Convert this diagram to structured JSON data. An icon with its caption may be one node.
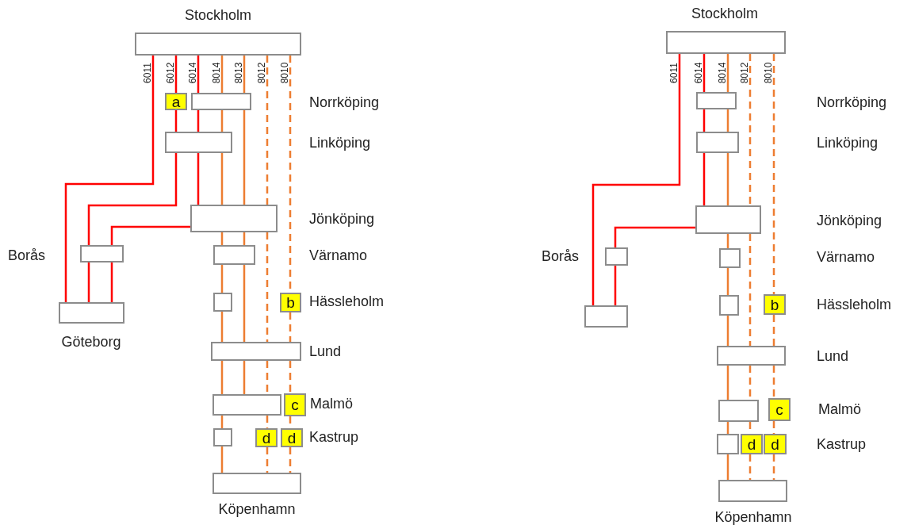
{
  "diagram": {
    "nodes": [
      {
        "text": [],
        "shape": "box",
        "beside": [
          "Stockholm"
        ]
      },
      {
        "text": [
          "a"
        ]
      },
      {
        "text": [],
        "shape": "box"
      },
      {
        "text": [],
        "shape": "box"
      },
      {
        "text": [],
        "shape": "box"
      },
      {
        "text": [],
        "shape": "box"
      },
      {
        "text": [],
        "shape": "box"
      },
      {
        "text": [],
        "shape": "box",
        "beside": [
          "Göteborg"
        ]
      },
      {
        "text": [],
        "shape": "box"
      },
      {
        "text": [
          "b"
        ]
      },
      {
        "text": [],
        "shape": "box"
      },
      {
        "text": [],
        "shape": "box"
      },
      {
        "text": [
          "c"
        ]
      },
      {
        "text": [],
        "shape": "box"
      },
      {
        "text": [
          "d"
        ]
      },
      {
        "text": [
          "d"
        ]
      },
      {
        "text": [],
        "shape": "box",
        "beside": [
          "Köpenhamn"
        ]
      },
      {
        "text": [],
        "shape": "box",
        "beside": [
          "Stockholm"
        ]
      },
      {
        "text": [],
        "shape": "box"
      },
      {
        "text": [],
        "shape": "box"
      },
      {
        "text": [],
        "shape": "box"
      },
      {
        "text": [],
        "shape": "box"
      },
      {
        "text": [],
        "shape": "box"
      },
      {
        "text": [],
        "shape": "box"
      },
      {
        "text": [],
        "shape": "box"
      },
      {
        "text": [
          "b"
        ]
      },
      {
        "text": [],
        "shape": "box"
      },
      {
        "text": [],
        "shape": "box"
      },
      {
        "text": [
          "c"
        ]
      },
      {
        "text": [],
        "shape": "box"
      },
      {
        "text": [
          "d"
        ]
      },
      {
        "text": [
          "d"
        ]
      },
      {
        "text": [],
        "shape": "box",
        "beside": [
          "Köpenhamn"
        ]
      }
    ],
    "edges": [
      {
        "from": 0,
        "to": 7,
        "arrow": "none",
        "color": "#ff0000"
      },
      {
        "from": 0,
        "to": 1,
        "arrow": "none",
        "color": "#ff0000"
      },
      {
        "from": 1,
        "to": 3,
        "arrow": "none",
        "color": "#ff0000"
      },
      {
        "from": 3,
        "to": 5,
        "arrow": "none",
        "color": "#ff0000"
      },
      {
        "from": 5,
        "to": 7,
        "arrow": "none",
        "color": "#ff0000"
      },
      {
        "from": 0,
        "to": 2,
        "arrow": "none",
        "color": "#ff0000"
      },
      {
        "from": 2,
        "to": 3,
        "arrow": "none",
        "color": "#ff0000"
      },
      {
        "from": 3,
        "to": 4,
        "arrow": "none",
        "color": "#ff0000"
      },
      {
        "from": 4,
        "to": 5,
        "arrow": "none",
        "color": "#ff0000"
      },
      {
        "from": 5,
        "to": 7,
        "arrow": "none",
        "color": "#ff0000"
      },
      {
        "from": 0,
        "to": 2,
        "arrow": "none"
      },
      {
        "from": 2,
        "to": 3,
        "arrow": "none"
      },
      {
        "from": 3,
        "to": 4,
        "arrow": "none"
      },
      {
        "from": 4,
        "to": 6,
        "arrow": "none"
      },
      {
        "from": 6,
        "to": 8,
        "arrow": "none"
      },
      {
        "from": 8,
        "to": 10,
        "arrow": "none"
      },
      {
        "from": 10,
        "to": 11,
        "arrow": "none"
      },
      {
        "from": 11,
        "to": 13,
        "arrow": "none"
      },
      {
        "from": 13,
        "to": 16,
        "arrow": "none"
      },
      {
        "from": 0,
        "to": 2,
        "arrow": "none"
      },
      {
        "from": 2,
        "to": 4,
        "arrow": "none"
      },
      {
        "from": 4,
        "to": 6,
        "arrow": "none"
      },
      {
        "from": 6,
        "to": 10,
        "arrow": "none"
      },
      {
        "from": 10,
        "to": 11,
        "arrow": "none"
      },
      {
        "from": 0,
        "to": 4,
        "arrow": "none",
        "style": "dashed"
      },
      {
        "from": 4,
        "to": 10,
        "arrow": "none",
        "style": "dashed"
      },
      {
        "from": 10,
        "to": 11,
        "arrow": "none",
        "style": "dashed"
      },
      {
        "from": 11,
        "to": 14,
        "arrow": "none",
        "style": "dashed"
      },
      {
        "from": 14,
        "to": 16,
        "arrow": "none",
        "style": "dashed"
      },
      {
        "from": 0,
        "to": 9,
        "arrow": "none",
        "style": "dashed"
      },
      {
        "from": 9,
        "to": 10,
        "arrow": "none",
        "style": "dashed"
      },
      {
        "from": 10,
        "to": 12,
        "arrow": "none",
        "style": "dashed"
      },
      {
        "from": 12,
        "to": 15,
        "arrow": "none",
        "style": "dashed"
      },
      {
        "from": 15,
        "to": 16,
        "arrow": "none",
        "style": "dashed"
      },
      {
        "from": 17,
        "to": 23,
        "arrow": "none",
        "color": "#ff0000"
      },
      {
        "from": 17,
        "to": 18,
        "arrow": "none",
        "color": "#ff0000"
      },
      {
        "from": 18,
        "to": 19,
        "arrow": "none",
        "color": "#ff0000"
      },
      {
        "from": 19,
        "to": 20,
        "arrow": "none",
        "color": "#ff0000"
      },
      {
        "from": 20,
        "to": 21,
        "arrow": "none",
        "color": "#ff0000"
      },
      {
        "from": 21,
        "to": 23,
        "arrow": "none",
        "color": "#ff0000"
      },
      {
        "from": 17,
        "to": 18,
        "arrow": "none"
      },
      {
        "from": 18,
        "to": 19,
        "arrow": "none"
      },
      {
        "from": 19,
        "to": 20,
        "arrow": "none"
      },
      {
        "from": 20,
        "to": 22,
        "arrow": "none"
      },
      {
        "from": 22,
        "to": 24,
        "arrow": "none"
      },
      {
        "from": 24,
        "to": 26,
        "arrow": "none"
      },
      {
        "from": 26,
        "to": 27,
        "arrow": "none"
      },
      {
        "from": 27,
        "to": 29,
        "arrow": "none"
      },
      {
        "from": 29,
        "to": 32,
        "arrow": "none"
      },
      {
        "from": 17,
        "to": 20,
        "arrow": "none",
        "style": "dashed"
      },
      {
        "from": 20,
        "to": 26,
        "arrow": "none",
        "style": "dashed"
      },
      {
        "from": 26,
        "to": 27,
        "arrow": "none",
        "style": "dashed"
      },
      {
        "from": 27,
        "to": 30,
        "arrow": "none",
        "style": "dashed"
      },
      {
        "from": 30,
        "to": 32,
        "arrow": "none",
        "style": "dashed"
      },
      {
        "from": 17,
        "to": 25,
        "arrow": "none",
        "style": "dashed"
      },
      {
        "from": 25,
        "to": 26,
        "arrow": "none",
        "style": "dashed"
      },
      {
        "from": 26,
        "to": 28,
        "arrow": "none",
        "style": "dashed"
      },
      {
        "from": 28,
        "to": 31,
        "arrow": "none",
        "style": "dashed"
      },
      {
        "from": 31,
        "to": 32,
        "arrow": "none",
        "style": "dashed"
      }
    ],
    "labels": [
      "6011",
      "6012",
      "6014",
      "8014",
      "8013",
      "8012",
      "8010",
      "Norrköping",
      "Linköping",
      "Jönköping",
      "Borås",
      "Värnamo",
      "Hässleholm",
      "Lund",
      "Malmö",
      "Kastrup",
      "6011",
      "6014",
      "8014",
      "8012",
      "8010",
      "Norrköping",
      "Linköping",
      "Jönköping",
      "Borås",
      "Värnamo",
      "Hässleholm",
      "Lund",
      "Malmö",
      "Kastrup"
    ]
  }
}
